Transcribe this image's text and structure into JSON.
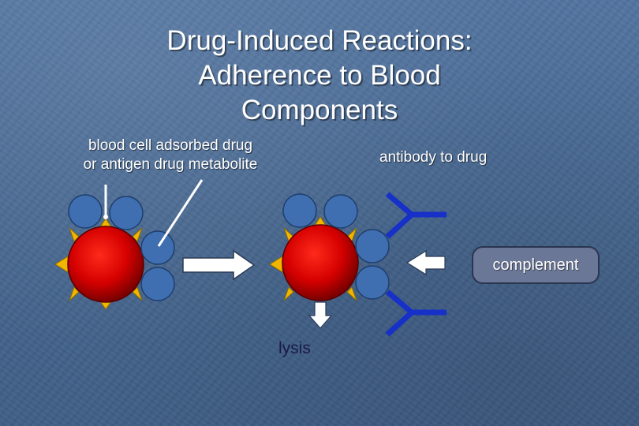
{
  "title_lines": [
    "Drug-Induced Reactions:",
    "Adherence to Blood",
    "Components"
  ],
  "labels": {
    "adsorbed_line1": "blood cell adsorbed drug",
    "adsorbed_line2": "or antigen drug metabolite",
    "antibody": "antibody to drug",
    "complement": "complement",
    "lysis": "lysis"
  },
  "colors": {
    "background": "#4a6b93",
    "cell_red": "#d40000",
    "spike_yellow": "#f2b600",
    "drug_blue": "#3f6fb0",
    "antibody_blue": "#1630c8",
    "arrow_white": "#ffffff"
  }
}
